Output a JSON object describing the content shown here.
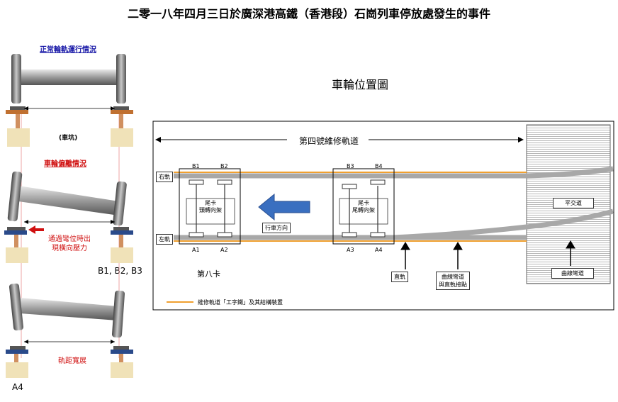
{
  "title": "二零一八年四月三日於廣深港高鐵（香港段）石崗列車停放處發生的事件",
  "left": {
    "normal_heading": "正常輪軌運行情況",
    "pit_label": "(車坑)",
    "derail_heading": "車輪偏離情況",
    "pressure_note_1": "通過彎位時出",
    "pressure_note_2": "現橫向壓力",
    "b_group": "B1, B2, B3",
    "gauge_label": "軌距寬展",
    "a4_label": "A4"
  },
  "diagram": {
    "title": "車輪位置圖",
    "track_label": "第四號維修軌道",
    "right_rail": "右軌",
    "left_rail": "左軌",
    "car_front": {
      "top_labels": [
        "B1",
        "B2"
      ],
      "bottom_labels": [
        "A1",
        "A2"
      ],
      "name_1": "尾卡",
      "name_2": "頭轉向架"
    },
    "car_rear": {
      "top_labels": [
        "B3",
        "B4"
      ],
      "bottom_labels": [
        "A3",
        "A4"
      ],
      "name_1": "尾卡",
      "name_2": "尾轉向架"
    },
    "direction": "行車方向",
    "car_no": "第八卡",
    "straight": "直軌",
    "junction_1": "曲線彎道",
    "junction_2": "與直軌接點",
    "crossing": "平交道",
    "curve": "曲線彎道",
    "legend": "維修軌道「工字鐵」及其結構裝置",
    "colors": {
      "rail_grey": "#a8a8a8",
      "rail_orange": "#f0a030",
      "arrow_blue": "#3a6fc0"
    }
  }
}
